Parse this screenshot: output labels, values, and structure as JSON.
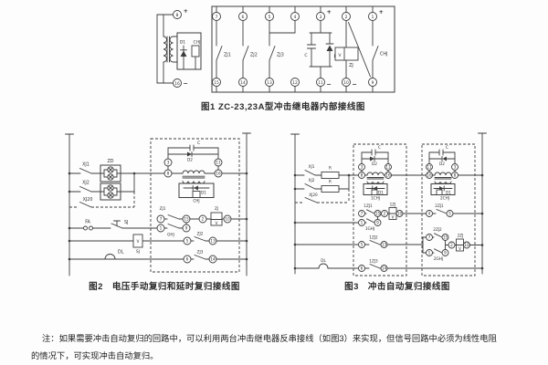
{
  "f1": {
    "cap": "图1 ZC-23,23A型冲击继电器内部接线图",
    "plus": "+",
    "minus": "−",
    "t8": "8",
    "t16": "16",
    "d1": "D1",
    "chj": "CHJ",
    "top": [
      "7",
      "6",
      "5",
      "4",
      "3",
      "2",
      "1"
    ],
    "bot": [
      "15",
      "14",
      "13",
      "12",
      "11",
      "10",
      "9"
    ],
    "zj1": "ZJ1",
    "zj2": "ZJ2",
    "zj3": "ZJ3",
    "c": "C",
    "d2": "D2",
    "v": "V",
    "zj": "ZJ",
    "chjc": "CHJ"
  },
  "f2": {
    "cap": "图2　电压手动复归和延时复归接线图",
    "xj1": "XJ1",
    "zd": "ZD",
    "xj2": "XJ2",
    "xj20": "XJ20",
    "fa": "FA",
    "sj": "SJ",
    "sjt": "SJ",
    "sjv": "V",
    "dl": "DL",
    "c": "C",
    "d2": "D2",
    "d1": "D1",
    "chj": "CHJ",
    "zj1": "ZJ1",
    "zj": "ZJ",
    "v": "V",
    "ghj": "GHJ",
    "zj2": "ZJ2",
    "zj3": "ZJ3",
    "t3": "3",
    "t11": "11",
    "t8": "8",
    "t16": "16",
    "t7": "7",
    "t15": "15",
    "t2": "2",
    "t10": "10",
    "t1": "1",
    "t9": "9",
    "t5": "5",
    "t13": "13",
    "t6": "6",
    "t14": "14"
  },
  "f3": {
    "cap": "图3　冲击自动复归接线图",
    "xj1": "XJ1",
    "r1": "R",
    "xj2": "XJ2",
    "r2": "R",
    "xj20": "XJ20",
    "dl": "DL",
    "b1": {
      "c": "C",
      "d2": "D2",
      "t3": "3",
      "t11": "11",
      "t8": "8",
      "t16": "16",
      "d1": "D1",
      "chj": "1CHJ",
      "zj1": "1ZJ1",
      "t7": "7",
      "t15": "15",
      "t2": "2",
      "zj": "1ZJ",
      "v": "V",
      "t10": "10",
      "t1": "1",
      "t9": "9",
      "ghj": "1GHJ",
      "zj2": "1ZJ2",
      "t5": "5",
      "t13": "13",
      "zj3": "1ZJ3",
      "t6": "6",
      "t14": "14"
    },
    "m": {
      "zj1": "2ZJ1",
      "t4": "4",
      "t5": "5"
    },
    "b2": {
      "c": "C",
      "d2": "D2",
      "t11": "11",
      "t3": "3",
      "t16": "16",
      "t8": "8",
      "d1": "D1",
      "chj": "2CHJ",
      "zj2": "2ZJ2",
      "t7": "7",
      "t15": "15",
      "t1": "1",
      "t9": "9",
      "ghj": "2GHJ",
      "zj": "2ZJ",
      "v": "V",
      "t2": "2",
      "t10": "10"
    }
  },
  "note": "注：如果需要冲击自动复归的回路中，可以利用两台冲击继电器反串接线（如图3）来实现，但信号回路中必须为线性电阻的情况下，可实现冲击自动复归。"
}
